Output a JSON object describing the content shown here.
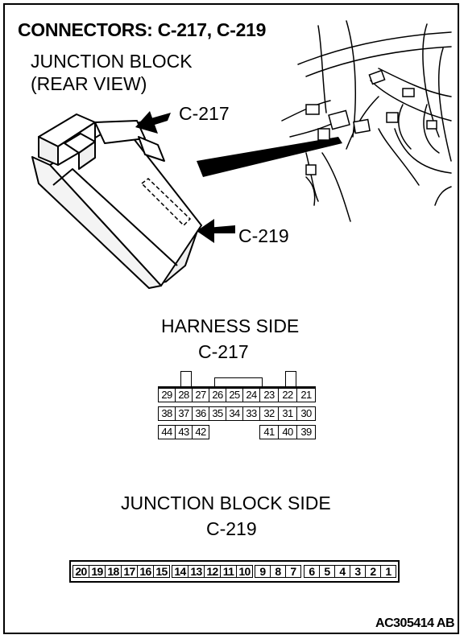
{
  "title": "CONNECTORS: C-217, C-219",
  "junction_block": {
    "line1": "JUNCTION BLOCK",
    "line2": "(REAR VIEW)"
  },
  "callouts": {
    "c217": "C-217",
    "c219": "C-219"
  },
  "harness": {
    "heading": "HARNESS SIDE",
    "connector": "C-217",
    "row1": [
      "29",
      "28",
      "27",
      "26",
      "25",
      "24",
      "23",
      "22",
      "21"
    ],
    "row2": [
      "38",
      "37",
      "36",
      "35",
      "34",
      "33",
      "32",
      "31",
      "30"
    ],
    "row3_left": [
      "44",
      "43",
      "42"
    ],
    "row3_right": [
      "41",
      "40",
      "39"
    ]
  },
  "jb_side": {
    "heading": "JUNCTION BLOCK SIDE",
    "connector": "C-219",
    "pins": [
      "20",
      "19",
      "18",
      "17",
      "16",
      "15",
      "14",
      "13",
      "12",
      "11",
      "10",
      "9",
      "8",
      "7",
      "6",
      "5",
      "4",
      "3",
      "2",
      "1"
    ]
  },
  "ref_code": "AC305414 AB"
}
